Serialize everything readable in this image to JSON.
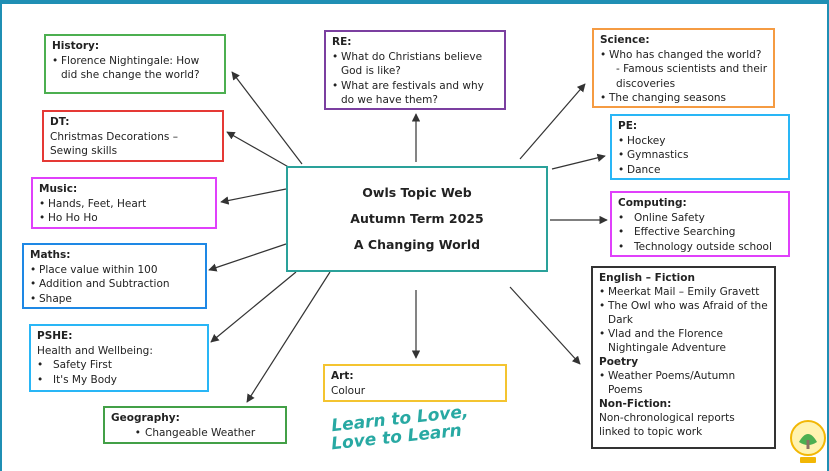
{
  "center": {
    "line1": "Owls Topic Web",
    "line2": "Autumn Term 2025",
    "line3": "A Changing World"
  },
  "history": {
    "heading": "History:",
    "items": [
      "Florence Nightingale: How did she change the world?"
    ]
  },
  "dt": {
    "heading": "DT:",
    "text": "Christmas Decorations – Sewing skills"
  },
  "music": {
    "heading": "Music:",
    "items": [
      "Hands, Feet, Heart",
      "Ho Ho Ho"
    ]
  },
  "maths": {
    "heading": "Maths:",
    "items": [
      "Place value within 100",
      "Addition and Subtraction",
      "Shape"
    ]
  },
  "pshe": {
    "heading": "PSHE:",
    "text": "Health and Wellbeing:",
    "items": [
      "Safety First",
      "It's My Body"
    ]
  },
  "geography": {
    "heading": "Geography:",
    "items": [
      "Changeable Weather"
    ]
  },
  "re": {
    "heading": "RE:",
    "items": [
      "What do Christians believe God is like?",
      "What are festivals and why do we have them?"
    ]
  },
  "art": {
    "heading": "Art:",
    "text": "Colour"
  },
  "science": {
    "heading": "Science:",
    "items": [
      "Who has changed the world?",
      "- Famous scientists and their discoveries",
      "The changing seasons"
    ]
  },
  "pe": {
    "heading": "PE:",
    "items": [
      "Hockey",
      "Gymnastics",
      "Dance"
    ]
  },
  "computing": {
    "heading": "Computing:",
    "items": [
      "Online Safety",
      "Effective Searching",
      "Technology outside school"
    ]
  },
  "english": {
    "heading": "English – Fiction",
    "fiction": [
      "Meerkat Mail – Emily Gravett",
      "The Owl who was Afraid of the Dark",
      "Vlad and the Florence Nightingale Adventure"
    ],
    "poetry_heading": "Poetry",
    "poetry": [
      "Weather Poems/Autumn Poems"
    ],
    "nonfiction_heading": "Non-Fiction:",
    "nonfiction_text": "Non-chronological reports linked to topic work"
  },
  "slogan": {
    "line1": "Learn to Love,",
    "line2": "Love to Learn"
  },
  "colors": {
    "history": "#4caf50",
    "dt": "#e53935",
    "music": "#e040fb",
    "maths": "#1e88e5",
    "pshe": "#29b6f6",
    "geography": "#43a047",
    "re": "#7b3fa0",
    "art": "#f4c430",
    "science": "#f59b42",
    "pe": "#29b6f6",
    "computing": "#e040fb",
    "english": "#333333",
    "center": "#2aa19a",
    "frame": "#1f8fb4"
  }
}
